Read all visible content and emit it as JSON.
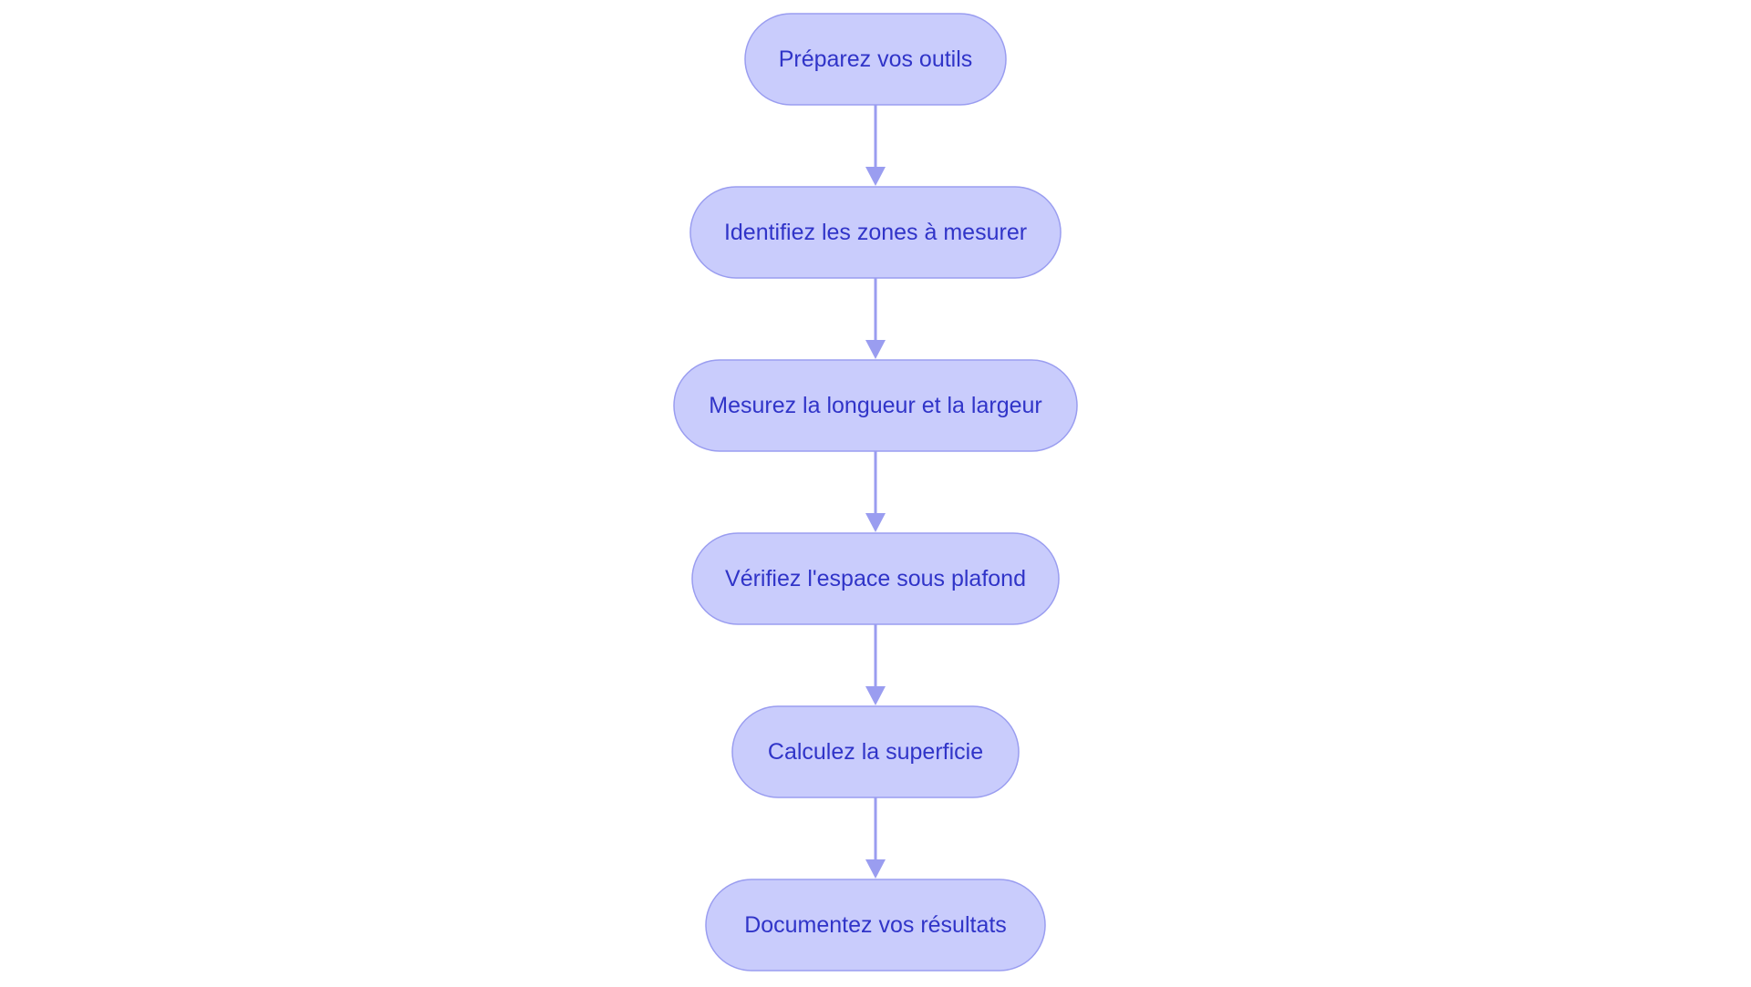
{
  "diagram": {
    "type": "flowchart",
    "direction": "top-to-bottom",
    "colors": {
      "node_fill": "#c9ccfc",
      "node_stroke": "#9a9df0",
      "node_text": "#3034c8",
      "edge": "#9a9df0",
      "background": "#ffffff"
    },
    "nodes": [
      {
        "id": "n1",
        "label": "Préparez vos outils"
      },
      {
        "id": "n2",
        "label": "Identifiez les zones à mesurer"
      },
      {
        "id": "n3",
        "label": "Mesurez la longueur et la largeur"
      },
      {
        "id": "n4",
        "label": "Vérifiez l'espace sous plafond"
      },
      {
        "id": "n5",
        "label": "Calculez la superficie"
      },
      {
        "id": "n6",
        "label": "Documentez vos résultats"
      }
    ],
    "edges": [
      {
        "from": "n1",
        "to": "n2"
      },
      {
        "from": "n2",
        "to": "n3"
      },
      {
        "from": "n3",
        "to": "n4"
      },
      {
        "from": "n4",
        "to": "n5"
      },
      {
        "from": "n5",
        "to": "n6"
      }
    ]
  }
}
